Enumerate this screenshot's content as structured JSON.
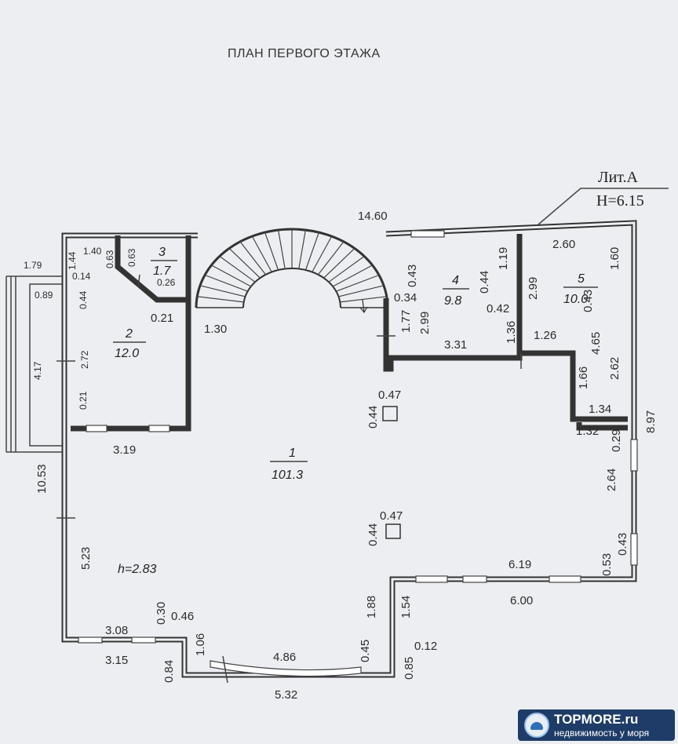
{
  "title": "ПЛАН ПЕРВОГО ЭТАЖА",
  "lit": {
    "label": "Лит.А",
    "height": "Н=6.15"
  },
  "rooms": [
    {
      "num": "1",
      "area": "101.3"
    },
    {
      "num": "2",
      "area": "12.0"
    },
    {
      "num": "3",
      "area": "1.7"
    },
    {
      "num": "4",
      "area": "9.8"
    },
    {
      "num": "5",
      "area": "10.0"
    }
  ],
  "ceiling": "h=2.83",
  "dims": {
    "top_total": "14.60",
    "right_total": "8.97",
    "left_total": "10.53",
    "outer_left": "1.79",
    "porch_a": "0.89",
    "porch_b": "4.17",
    "r2_a": "1.44",
    "r2_b": "1.40",
    "r2_c": "0.14",
    "r2_d": "0.44",
    "r2_e": "2.72",
    "r2_f": "0.21",
    "r2_g": "3.19",
    "r2_h": "0.21",
    "r3_a": "0.63",
    "r3_b": "0.63",
    "r3_c": "0.26",
    "stair": "1.30",
    "r4_a": "0.43",
    "r4_b": "0.34",
    "r4_c": "1.77",
    "r4_d": "2.99",
    "r4_e": "1.19",
    "r4_f": "0.44",
    "r4_g": "0.42",
    "r4_h": "1.36",
    "r4_i": "3.31",
    "r5_a": "2.60",
    "r5_b": "1.60",
    "r5_c": "2.99",
    "r5_d": "0.43",
    "r5_e": "4.65",
    "r5_f": "2.62",
    "r5_g": "1.66",
    "r5_h": "1.26",
    "r5_i": "1.34",
    "col1_size": "0.47",
    "col1_off": "0.44",
    "col2_size": "0.47",
    "col2_off": "0.44",
    "rs_a": "1.32",
    "rs_b": "0.29",
    "rs_c": "2.64",
    "rs_d": "0.53",
    "rs_e": "0.43",
    "rs_f": "6.19",
    "rs_g": "6.00",
    "b_a": "5.23",
    "b_b": "3.08",
    "b_c": "3.15",
    "b_d": "0.30",
    "b_e": "0.46",
    "b_f": "0.84",
    "b_g": "1.06",
    "b_h": "4.86",
    "b_i": "5.32",
    "b_j": "0.45",
    "b_k": "1.88",
    "b_l": "1.54",
    "b_m": "0.85",
    "b_n": "0.12"
  },
  "watermark": {
    "brand": "TOPMORE.ru",
    "tagline": "недвижимость у моря"
  }
}
